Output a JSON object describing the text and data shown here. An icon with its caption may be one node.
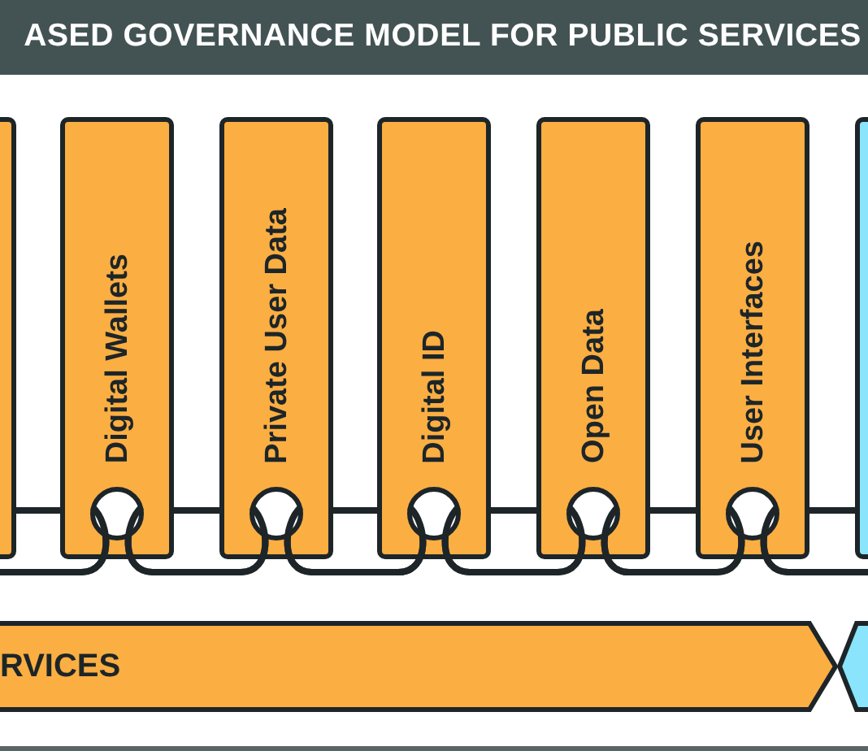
{
  "diagram": {
    "title": "ASED GOVERNANCE MODEL FOR PUBLIC SERVICES",
    "nodes": [
      {
        "text": [],
        "shape": "box"
      },
      {
        "text": [
          "Digital Wallets"
        ]
      },
      {
        "text": [
          "Private User Data"
        ]
      },
      {
        "text": [
          "Digital ID"
        ]
      },
      {
        "text": [
          "Open Data"
        ]
      },
      {
        "text": [
          "User Interfaces"
        ]
      },
      {
        "text": [],
        "shape": "box"
      },
      {
        "text": [
          "RVICES"
        ]
      },
      {
        "text": [],
        "shape": "chevron"
      }
    ],
    "edges": [
      {
        "from": 0,
        "to": 1,
        "arrow": "none"
      },
      {
        "from": 1,
        "to": 2,
        "arrow": "none"
      },
      {
        "from": 2,
        "to": 3,
        "arrow": "none"
      },
      {
        "from": 3,
        "to": 4,
        "arrow": "none"
      },
      {
        "from": 4,
        "to": 5,
        "arrow": "none"
      },
      {
        "from": 5,
        "to": 6,
        "arrow": "none"
      }
    ]
  }
}
